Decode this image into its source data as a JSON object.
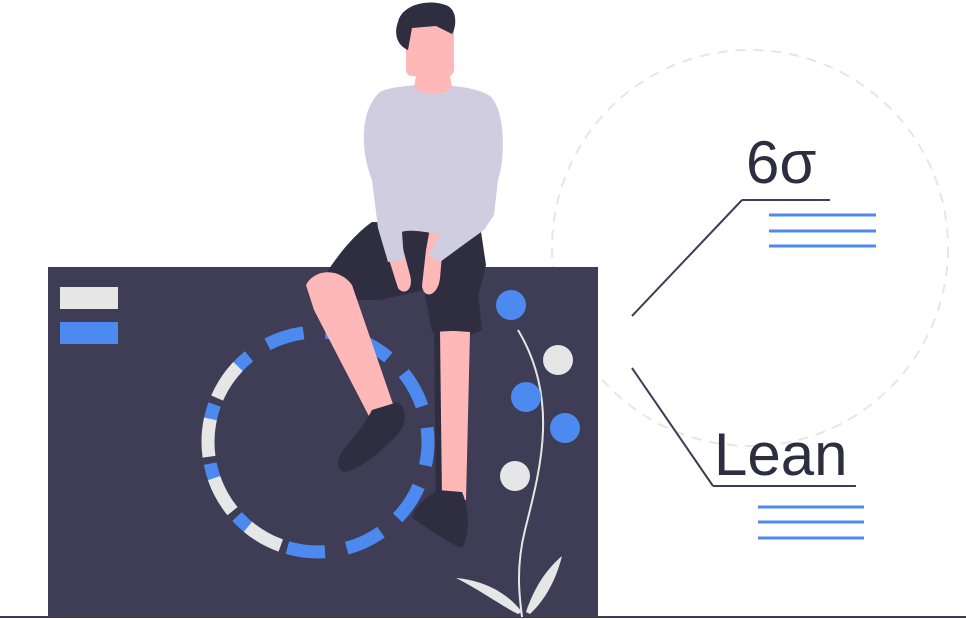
{
  "labels": {
    "six_sigma": "6σ",
    "lean": "Lean"
  },
  "colors": {
    "dark": "#3f3d56",
    "ink": "#2f2e41",
    "accent": "#4d8af0",
    "light_gray": "#e6e6e6",
    "skin": "#ffb8b8",
    "shirt": "#d0cde1",
    "line_gray": "#e6e6e6",
    "white": "#ffffff"
  },
  "icons": {
    "person": "person-sitting-illustration",
    "ring": "dashed-ring-illustration",
    "plant": "plant-with-dots-illustration"
  }
}
